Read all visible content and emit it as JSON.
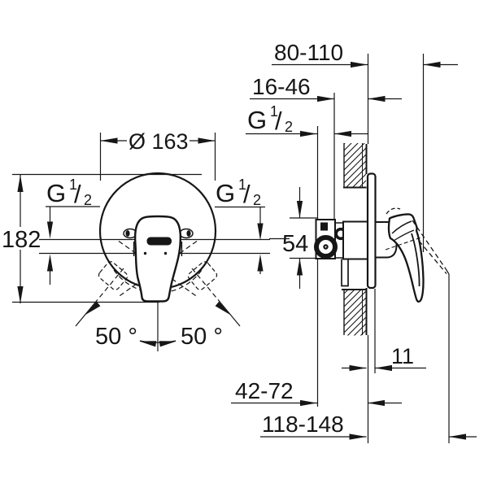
{
  "page": {
    "background": "#ffffff",
    "line_color": "#161616",
    "description": "Technical dimension drawing of a concealed single-lever shower mixer, front view and wall-section side view"
  },
  "views": {
    "front": {
      "diameter": "Ø 163",
      "height": "182",
      "thread_left": {
        "g": "G",
        "num": "1",
        "slash": "/",
        "den": "2"
      },
      "thread_right": {
        "g": "G",
        "num": "1",
        "slash": "/",
        "den": "2"
      },
      "swing_angle_left": "50 °",
      "swing_angle_right": "50 °"
    },
    "side": {
      "wall_to_handle_range": "80-110",
      "concealed_depth_range": "16-46",
      "thread_top": {
        "g": "G",
        "num": "1",
        "slash": "/",
        "den": "2"
      },
      "center_height": "54",
      "escutcheon_thickness": "11",
      "rough_in_depth_range": "42-72",
      "total_depth_range": "118-148"
    }
  }
}
